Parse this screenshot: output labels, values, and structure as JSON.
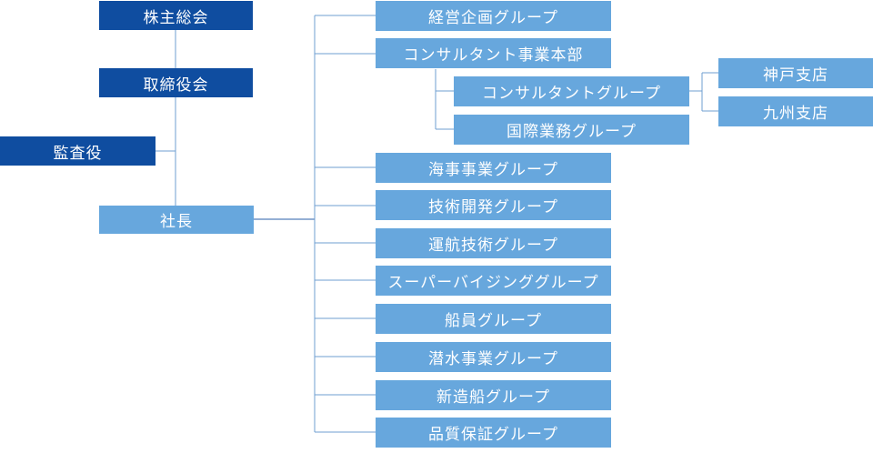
{
  "top": {
    "shareholders": "株主総会",
    "board": "取締役会",
    "auditor": "監査役",
    "president": "社長"
  },
  "groups": {
    "management_planning": "経営企画グループ",
    "consulting_division": "コンサルタント事業本部",
    "consulting_group": "コンサルタントグループ",
    "international": "国際業務グループ",
    "maritime": "海事事業グループ",
    "tech_dev": "技術開発グループ",
    "operations_tech": "運航技術グループ",
    "supervising": "スーパーバイジンググループ",
    "crew": "船員グループ",
    "diving": "潜水事業グループ",
    "shipbuilding": "新造船グループ",
    "quality": "品質保証グループ"
  },
  "branches": {
    "kobe": "神戸支店",
    "kyushu": "九州支店"
  },
  "colors": {
    "dark_box": "#0f4da0",
    "light_box": "#67a7dd",
    "connector": "#5a8fc8"
  }
}
